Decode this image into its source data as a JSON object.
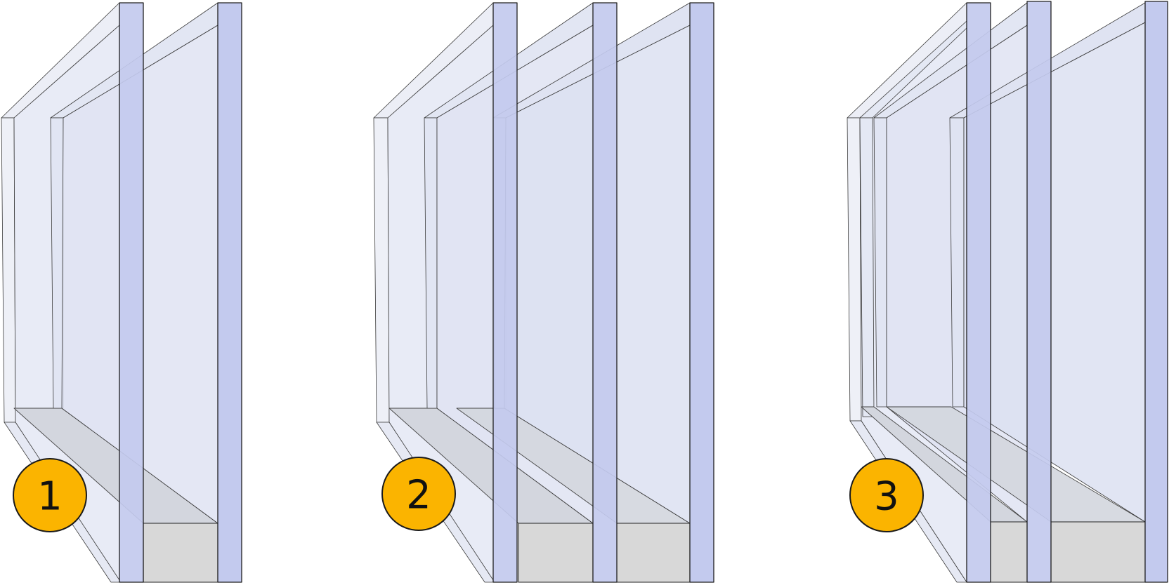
{
  "colors": {
    "background": "#ffffff",
    "glass_face": "#dde2f2",
    "glass_edge": "#c3caee",
    "glass_outer_face": "#eceef6",
    "spacer_top": "#d6d8de",
    "spacer_front": "#d8d8d8",
    "badge_fill": "#fbb400",
    "outline": "#1f1f1f"
  },
  "units": [
    {
      "label": "1",
      "panes": 2
    },
    {
      "label": "2",
      "panes": 3
    },
    {
      "label": "3",
      "panes": 4
    }
  ]
}
